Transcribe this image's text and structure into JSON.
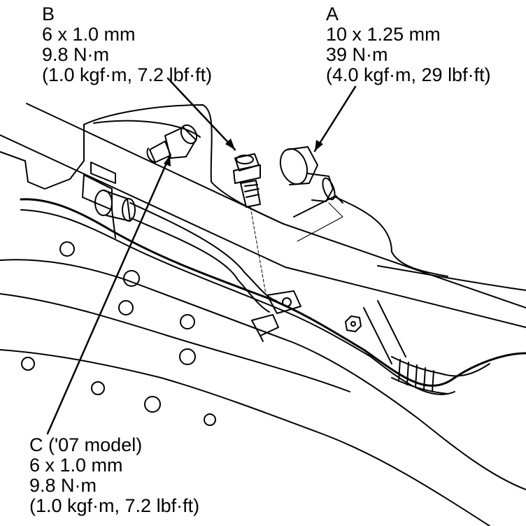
{
  "callouts": {
    "b": {
      "label": "B",
      "size": "6 x 1.0 mm",
      "torque": "9.8 N·m",
      "alt": "(1.0 kgf·m, 7.2 lbf·ft)"
    },
    "a": {
      "label": "A",
      "size": "10 x 1.25 mm",
      "torque": "39 N·m",
      "alt": "(4.0 kgf·m, 29 lbf·ft)"
    },
    "c": {
      "label": "C ('07 model)",
      "size": "6 x 1.0 mm",
      "torque": "9.8 N·m",
      "alt": "(1.0 kgf·m, 7.2 lbf·ft)"
    }
  },
  "colors": {
    "ink": "#000000",
    "paper": "#ffffff"
  }
}
